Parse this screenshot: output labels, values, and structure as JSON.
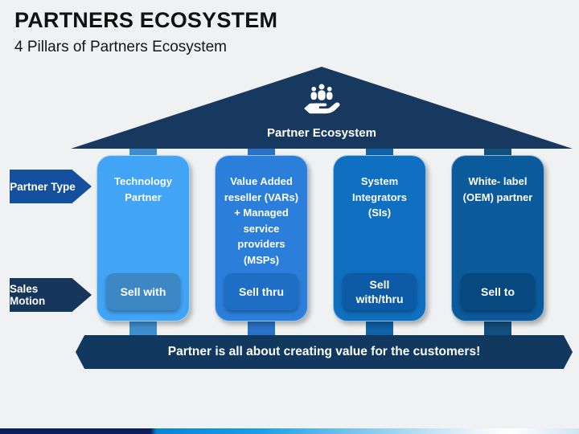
{
  "slide": {
    "title": "PARTNERS ECOSYSTEM",
    "subtitle": "4 Pillars of Partners Ecosystem"
  },
  "roof": {
    "label": "Partner Ecosystem",
    "icon": "hand-holding-people-icon",
    "color": "#17395F"
  },
  "row_labels": {
    "partner_type": {
      "label": "Partner Type",
      "color": "#15509E"
    },
    "sales_motion": {
      "label": "Sales Motion",
      "color": "#17365C"
    }
  },
  "pillars": [
    {
      "name": "Technology Partner",
      "sales_motion": "Sell with",
      "color": "#41A4F4",
      "button_color": "#3C87C4",
      "stub_color": "#3E8ECF"
    },
    {
      "name": "Value Added reseller (VARs) + Managed service providers (MSPs)",
      "sales_motion": "Sell thru",
      "color": "#2B7FDB",
      "button_color": "#1E6EC5",
      "stub_color": "#2A72C8"
    },
    {
      "name": "System Integrators (SIs)",
      "sales_motion": "Sell with/thru",
      "color": "#0F6FC0",
      "button_color": "#0D5BA6",
      "stub_color": "#0F62A8"
    },
    {
      "name": "White- label (OEM) partner",
      "sales_motion": "Sell to",
      "color": "#0B5A9B",
      "button_color": "#07497F",
      "stub_color": "#134F7E"
    }
  ],
  "banner": {
    "text": "Partner is all about creating value for the customers!",
    "color": "#11395F"
  },
  "footer_bar": {
    "left_color": "#0A1F5C",
    "accent_color": "#0884D4"
  }
}
